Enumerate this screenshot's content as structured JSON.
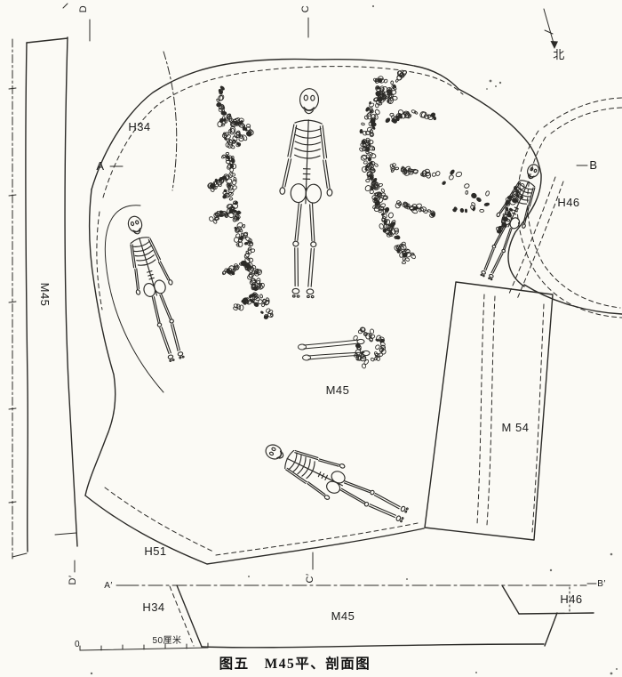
{
  "colors": {
    "paper": "#fbfaf5",
    "ink": "#2b2a27"
  },
  "caption": "图五　M45平、剖面图",
  "north": {
    "label": "北"
  },
  "plan": {
    "west_trench_label": "M45",
    "h34": "H34",
    "h46": "H46",
    "h51": "H51",
    "m54": "M 54",
    "m45": "M45",
    "section_a": "A",
    "section_b": "B",
    "marker_top_left": "D",
    "marker_top_center": "C",
    "marker_bottom_left": "D′",
    "marker_bottom_center": "C′"
  },
  "section": {
    "a_prime": "A′",
    "b_prime": "B′",
    "h34": "H34",
    "m45": "M45",
    "h46": "H46"
  },
  "scale_bar": {
    "zero": "0",
    "label": "50厘米"
  }
}
